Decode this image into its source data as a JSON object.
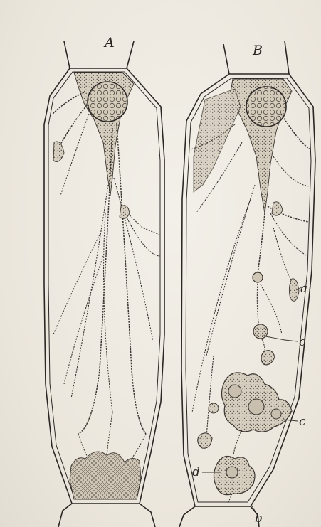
{
  "labels": {
    "cell_a": "A",
    "cell_b": "B",
    "a": "a",
    "c_upper": "c",
    "c_lower": "c",
    "d": "d",
    "b": "b"
  }
}
